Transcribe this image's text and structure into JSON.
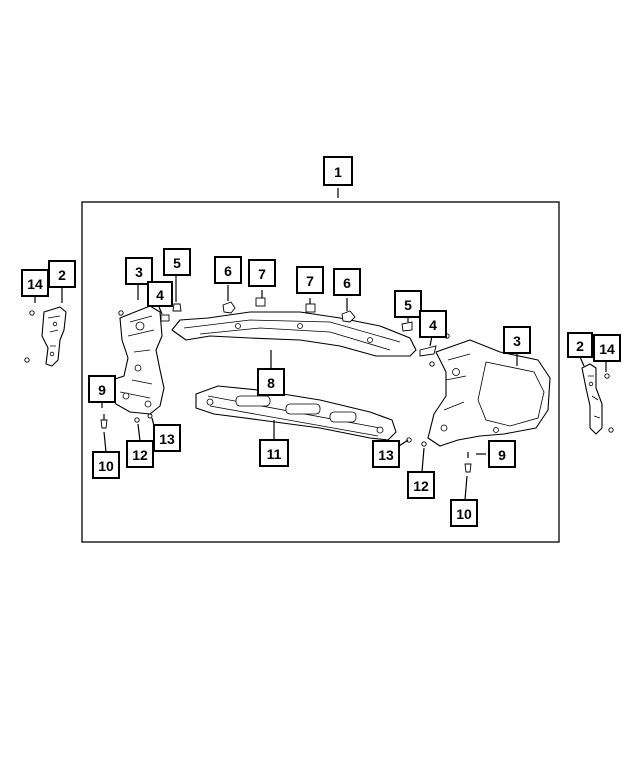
{
  "callouts": [
    {
      "id": "c1",
      "label": "1"
    },
    {
      "id": "c14l",
      "label": "14"
    },
    {
      "id": "c2l",
      "label": "2"
    },
    {
      "id": "c3l",
      "label": "3"
    },
    {
      "id": "c5l",
      "label": "5"
    },
    {
      "id": "c4l",
      "label": "4"
    },
    {
      "id": "c6l",
      "label": "6"
    },
    {
      "id": "c7l",
      "label": "7"
    },
    {
      "id": "c7r",
      "label": "7"
    },
    {
      "id": "c6r",
      "label": "6"
    },
    {
      "id": "c5r",
      "label": "5"
    },
    {
      "id": "c4r",
      "label": "4"
    },
    {
      "id": "c3r",
      "label": "3"
    },
    {
      "id": "c2r",
      "label": "2"
    },
    {
      "id": "c14r",
      "label": "14"
    },
    {
      "id": "c8",
      "label": "8"
    },
    {
      "id": "c9l",
      "label": "9"
    },
    {
      "id": "c10l",
      "label": "10"
    },
    {
      "id": "c12l",
      "label": "12"
    },
    {
      "id": "c13l",
      "label": "13"
    },
    {
      "id": "c11",
      "label": "11"
    },
    {
      "id": "c13r",
      "label": "13"
    },
    {
      "id": "c9r",
      "label": "9"
    },
    {
      "id": "c12r",
      "label": "12"
    },
    {
      "id": "c10r",
      "label": "10"
    }
  ]
}
